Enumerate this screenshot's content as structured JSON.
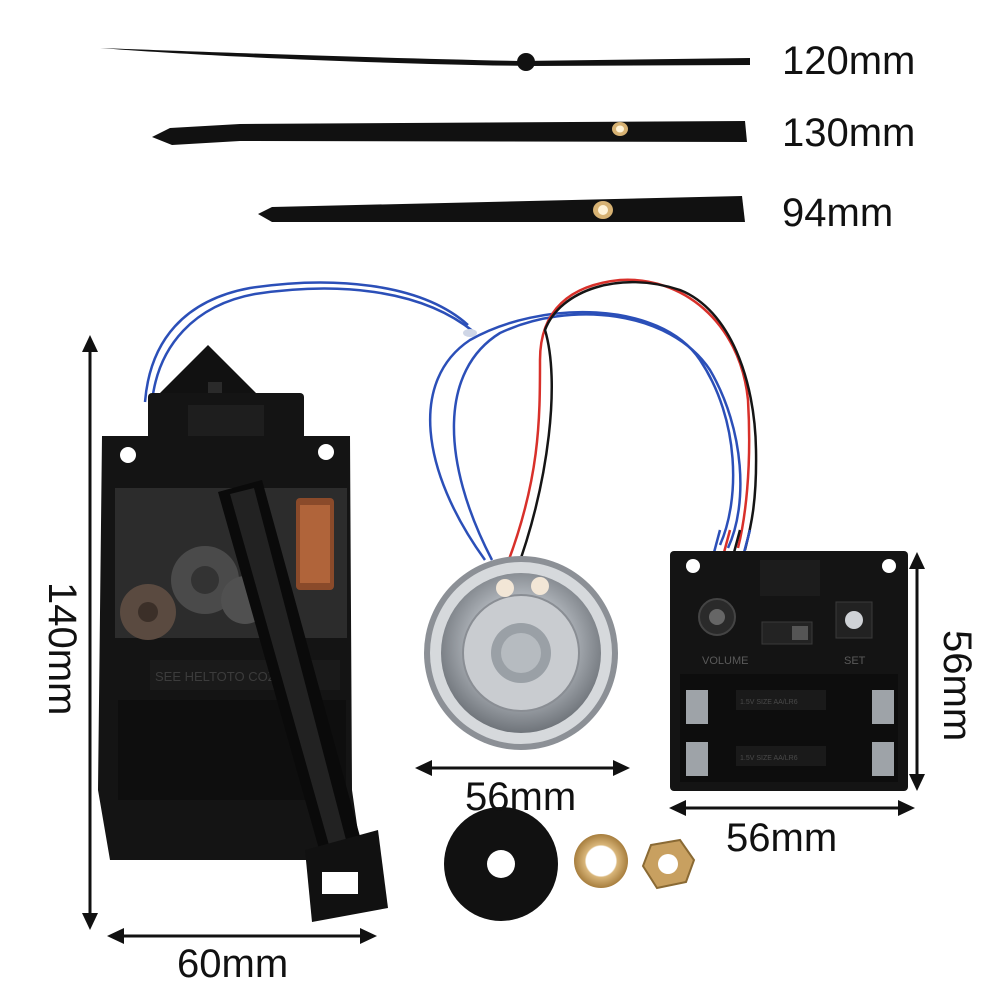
{
  "hands": {
    "second_hand_length": "120mm",
    "minute_hand_length": "130mm",
    "hour_hand_length": "94mm"
  },
  "movement": {
    "height": "140mm",
    "width": "60mm",
    "dial_text": "SEE HELTOTO COZ"
  },
  "speaker": {
    "diameter": "56mm"
  },
  "chime_box": {
    "height": "56mm",
    "width": "56mm",
    "volume_label": "VOLUME",
    "set_label": "SET",
    "battery_label_top": "1.5V SIZE AA/LR6",
    "battery_label_bottom": "1.5V SIZE AA/LR6"
  },
  "colors": {
    "background": "#ffffff",
    "plastic": "#111111",
    "wire_blue": "#2b4fb8",
    "wire_red": "#d8302a",
    "wire_black": "#151515",
    "brass": "#c8a060",
    "speaker_metal": "#b8bcc2"
  }
}
